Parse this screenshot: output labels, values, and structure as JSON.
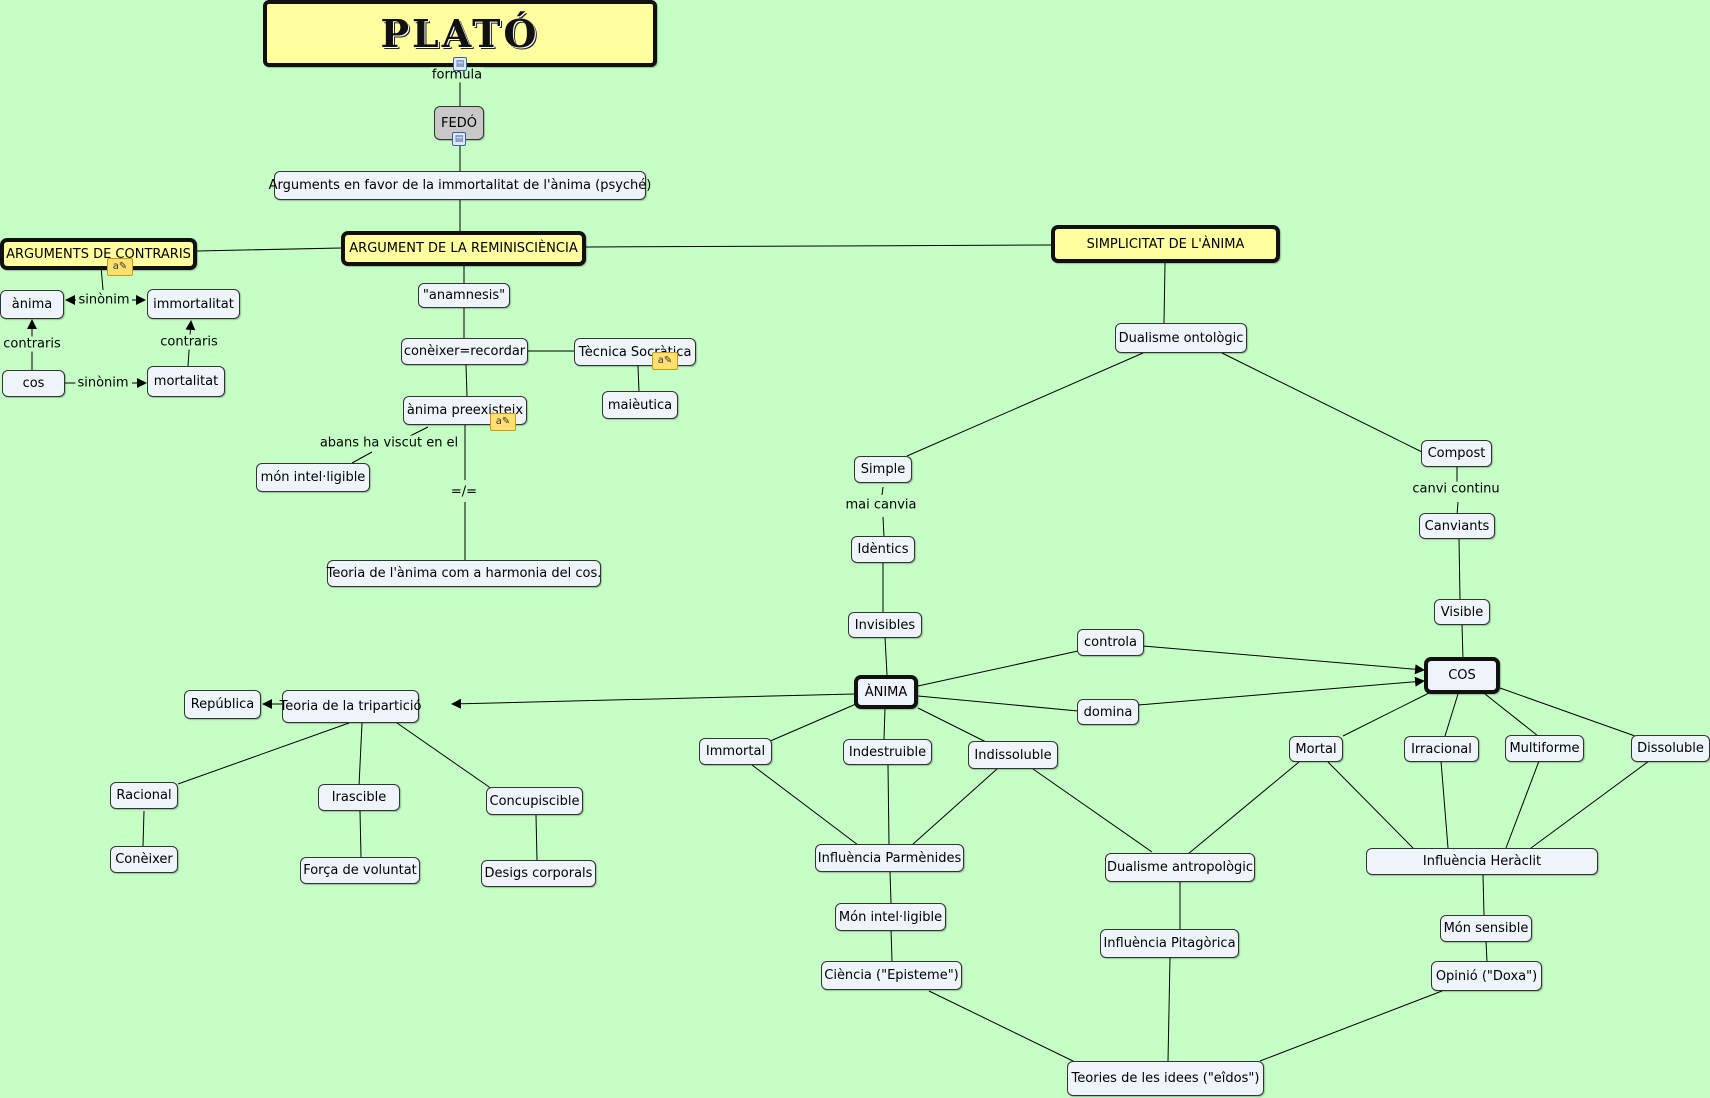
{
  "map": {
    "title": "PLATÓ",
    "background": "#C6FFC6",
    "node_fill": "#EEF4FA",
    "highlight_fill": "#FFFFA0",
    "nodes": {
      "plato": "PLATÓ",
      "fedo": "FEDÓ",
      "arguments": "Arguments en favor de la immortalitat de l'ànima (psyché)",
      "contraris": "ARGUMENTS DE CONTRARIS",
      "reminiscencia": "ARGUMENT DE LA REMINISCIÈNCIA",
      "simplicitat": "SIMPLICITAT DE L'ÀNIMA",
      "anima_l": "ànima",
      "immortalitat": "immortalitat",
      "cos_l": "cos",
      "mortalitat": "mortalitat",
      "anamnesis": "\"anamnesis\"",
      "coneixer": "conèixer=recordar",
      "tecnica": "Tècnica Socràtica",
      "maieutica": "maièutica",
      "preexisteix": "ànima preexisteix",
      "mon_intel": "món intel·ligible",
      "teoria_harmonia": "Teoria de l'ànima com a harmonia del cos.",
      "dualisme_ont": "Dualisme ontològic",
      "simple": "Simple",
      "compost": "Compost",
      "identics": "Idèntics",
      "canviants": "Canviants",
      "invisibles": "Invisibles",
      "visible": "Visible",
      "anima": "ÀNIMA",
      "cos": "COS",
      "controla": "controla",
      "domina": "domina",
      "republica": "República",
      "triparticio": "Teoria de la tripartició",
      "racional": "Racional",
      "irascible": "Irascible",
      "concupiscible": "Concupiscible",
      "coneixer2": "Conèixer",
      "forca": "Força de voluntat",
      "desigs": "Desigs corporals",
      "immortal": "Immortal",
      "indestruible": "Indestruible",
      "indissoluble": "Indissoluble",
      "parmenides": "Influència Parmènides",
      "mon_intel2": "Món intel·ligible",
      "episteme": "Ciència (\"Episteme\")",
      "dualisme_antro": "Dualisme antropològic",
      "pitagorica": "Influència Pitagòrica",
      "mortal": "Mortal",
      "irracional": "Irracional",
      "multiforme": "Multiforme",
      "dissoluble": "Dissoluble",
      "heraclit": "Influència Heràclit",
      "mon_sensible": "Món sensible",
      "doxa": "Opinió (\"Doxa\")",
      "teories": "Teories de les idees (\"eîdos\")"
    },
    "links": {
      "formula": "formula",
      "sinonim1": "sinònim",
      "contraris1": "contraris",
      "contraris2": "contraris",
      "sinonim2": "sinònim",
      "abans": "abans ha viscut en el",
      "diferent": "=/=",
      "mai_canvia": "mai canvia",
      "canvi_continu": "canvi continu"
    }
  }
}
